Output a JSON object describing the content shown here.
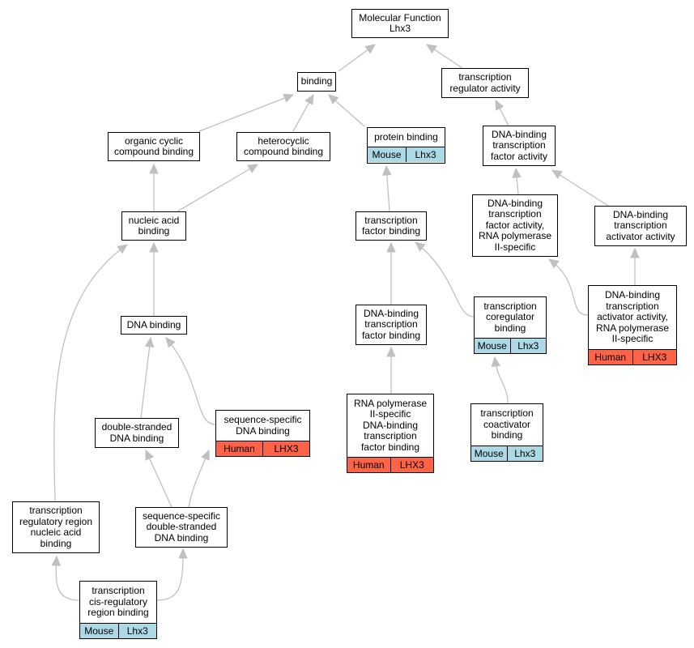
{
  "root_label": "Molecular Function\nLhx3",
  "nodes": {
    "binding": "binding",
    "transcription_regulator_activity": "transcription\nregulator activity",
    "organic_cyclic_compound_binding": "organic cyclic\ncompound binding",
    "heterocyclic_compound_binding": "heterocyclic\ncompound binding",
    "protein_binding": "protein binding",
    "dna_binding_tf_activity": "DNA-binding\ntranscription\nfactor activity",
    "nucleic_acid_binding": "nucleic acid\nbinding",
    "transcription_factor_binding": "transcription\nfactor binding",
    "dna_binding_tf_activity_rnap2": "DNA-binding\ntranscription\nfactor activity,\nRNA polymerase\nII-specific",
    "dna_binding_ta_activity": "DNA-binding\ntranscription\nactivator activity",
    "dna_binding_ta_activity_rnap2": "DNA-binding\ntranscription\nactivator activity,\nRNA polymerase\nII-specific",
    "transcription_coregulator_binding": "transcription\ncoregulator\nbinding",
    "dna_binding": "DNA binding",
    "dna_binding_tf_binding": "DNA-binding\ntranscription\nfactor binding",
    "double_stranded_dna_binding": "double-stranded\nDNA binding",
    "sequence_specific_dna_binding": "sequence-specific\nDNA binding",
    "rnap2_specific_dna_binding_tf_binding": "RNA polymerase\nII-specific\nDNA-binding\ntranscription\nfactor binding",
    "transcription_coactivator_binding": "transcription\ncoactivator\nbinding",
    "transcription_regulatory_region_nucleic_acid_binding": "transcription\nregulatory region\nnucleic acid\nbinding",
    "sequence_specific_ds_dna_binding": "sequence-specific\ndouble-stranded\nDNA binding",
    "transcription_cis_regulatory_region_binding": "transcription\ncis-regulatory\nregion binding"
  },
  "annotations": {
    "mouse": {
      "species": "Mouse",
      "gene": "Lhx3",
      "color": "#add8e6"
    },
    "human": {
      "species": "Human",
      "gene": "LHX3",
      "color": "#ff6347"
    }
  },
  "edge_color": "#c0c0c0"
}
